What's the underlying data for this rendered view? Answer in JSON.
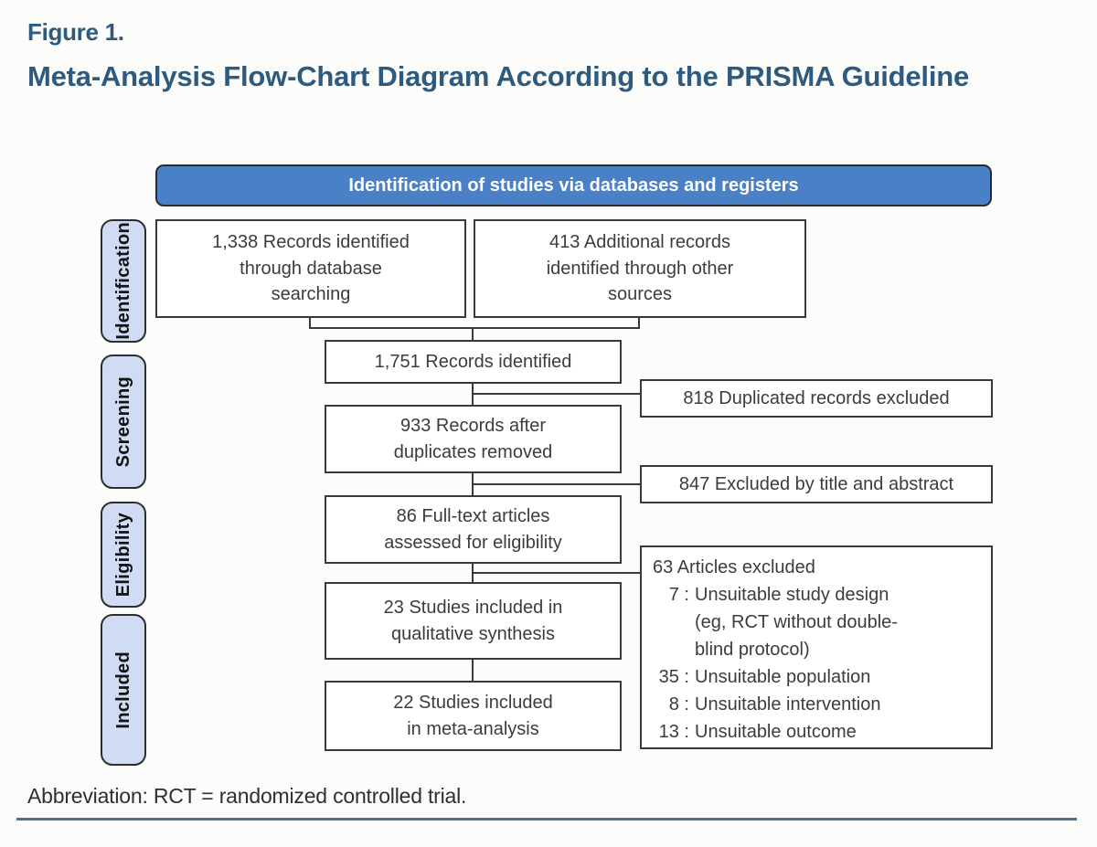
{
  "figure": {
    "label": "Figure 1.",
    "title": "Meta-Analysis Flow-Chart Diagram According to the PRISMA Guideline",
    "footnote": "Abbreviation: RCT = randomized controlled trial."
  },
  "colors": {
    "page_bg": "#fcfcfa",
    "title_text": "#2d5a7d",
    "header_fill": "#4a80c5",
    "stage_fill": "#cfdcf3",
    "box_border": "#3a3a3a",
    "rule_color": "#51718f"
  },
  "diagram": {
    "header_title": "Identification of studies via databases and registers",
    "stages": [
      {
        "label": "Identification"
      },
      {
        "label": "Screening"
      },
      {
        "label": "Eligibility"
      },
      {
        "label": "Included"
      }
    ],
    "boxes": {
      "records_database": "1,338 Records identified\nthrough database\nsearching",
      "records_other": "413 Additional records\nidentified through other\nsources",
      "records_total": "1,751 Records identified",
      "duplicates_excluded": "818 Duplicated records excluded",
      "after_duplicates": "933 Records after\nduplicates removed",
      "title_abstract_excluded": "847 Excluded by title and abstract",
      "fulltext_assessed": "86 Full-text articles\nassessed for eligibility",
      "qualitative_synthesis": "23 Studies included in\nqualitative synthesis",
      "meta_analysis": "22 Studies included\nin meta-analysis"
    },
    "exclusion": {
      "title": "63 Articles excluded",
      "items": [
        {
          "count": "7",
          "label": "Unsuitable study design\n(eg, RCT without double-\nblind protocol)"
        },
        {
          "count": "35",
          "label": "Unsuitable population"
        },
        {
          "count": "8",
          "label": "Unsuitable intervention"
        },
        {
          "count": "13",
          "label": "Unsuitable outcome"
        }
      ]
    }
  }
}
